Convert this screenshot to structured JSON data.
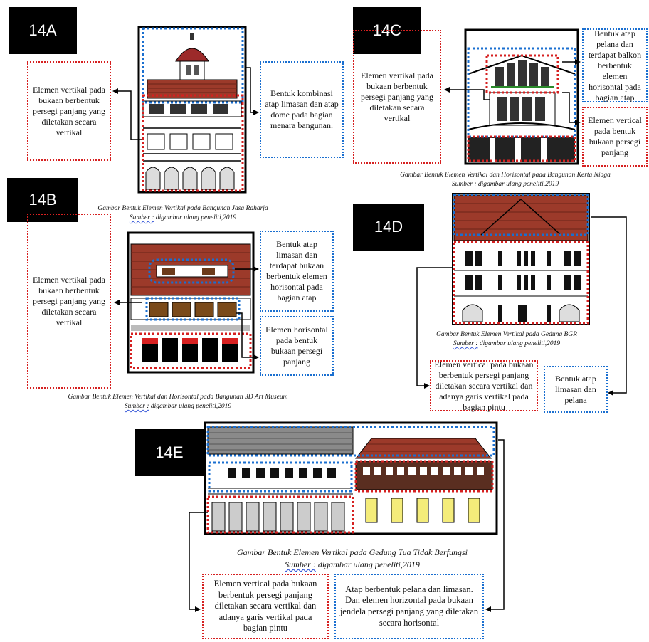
{
  "tags": {
    "a": "14A",
    "b": "14B",
    "c": "14C",
    "d": "14D",
    "e": "14E"
  },
  "panel_a": {
    "left_note": "Elemen vertikal pada bukaan berbentuk persegi panjang yang diletakan secara vertikal",
    "right_note": "Bentuk kombinasi atap limasan dan atap dome pada bagian menara bangunan.",
    "caption": "Gambar Bentuk Elemen Vertikal pada Bangunan Jasa Raharja",
    "source_prefix": "Sumber :",
    "source_rest": " digambar ulang peneliti,2019"
  },
  "panel_b": {
    "left_note": "Elemen vertikal pada bukaan berbentuk persegi panjang yang diletakan secara vertikal",
    "right_top_note": "Bentuk atap limasan dan terdapat bukaan berbentuk elemen horisontal pada bagian atap",
    "right_bottom_note": "Elemen horisontal pada bentuk bukaan persegi panjang",
    "caption": "Gambar Bentuk Elemen Vertikal dan Horisontal pada Bangunan 3D Art Museum",
    "source_prefix": "Sumber :",
    "source_rest": " digambar ulang peneliti,2019"
  },
  "panel_c": {
    "left_note": "Elemen vertikal pada bukaan berbentuk persegi panjang yang diletakan secara vertikal",
    "right_top_note": "Bentuk atap pelana dan terdapat balkon berbentuk elemen horisontal pada bagian atap",
    "right_bottom_note": "Elemen vertical pada bentuk bukaan persegi panjang",
    "caption": "Gambar   Bentuk Elemen Vertikal dan Horisontal pada Bangunan Kerta Niaga",
    "source_prefix": "Sumber :",
    "source_rest": " digambar ulang peneliti,2019"
  },
  "panel_d": {
    "left_note": "Elemen vertical pada bukaan berbentuk persegi panjang diletakan secara vertikal dan adanya garis vertikal pada bagian pintu",
    "right_note": "Bentuk atap limasan dan pelana",
    "caption": "Gambar Bentuk Elemen Vertikal pada Gedung BGR",
    "source_prefix": "Sumber :",
    "source_rest": " digambar ulang peneliti,2019"
  },
  "panel_e": {
    "left_note": "Elemen vertical pada bukaan berbentuk persegi panjang diletakan secara vertikal dan adanya garis vertikal pada bagian pintu",
    "right_note": "Atap berbentuk pelana dan limasan. Dan elemen horizontal pada bukaan jendela persegi panjang yang diletakan secara horisontal",
    "caption": "Gambar Bentuk Elemen Vertikal pada Gedung Tua Tidak Berfungsi",
    "source_prefix": "Sumber :",
    "source_rest": " digambar ulang peneliti,2019"
  },
  "colors": {
    "annotation_red": "#d62020",
    "annotation_blue": "#1a6fd0",
    "roof_tile": "#9c3a2a",
    "tag_bg": "#000000"
  }
}
